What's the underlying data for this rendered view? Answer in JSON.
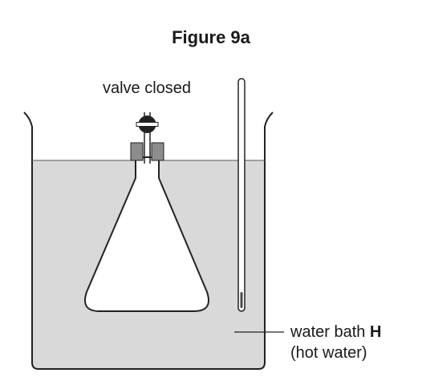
{
  "figure": {
    "title": "Figure 9a",
    "valve_label": "valve closed",
    "bath_label_prefix": "water bath ",
    "bath_label_letter": "H",
    "bath_label_line2": "(hot water)"
  },
  "colors": {
    "water": "#d9d9d9",
    "stopper": "#8c8c8c",
    "valve": "#222222",
    "outline": "#222222",
    "thermometer_fill": "#4a4a4a",
    "background": "#ffffff"
  }
}
